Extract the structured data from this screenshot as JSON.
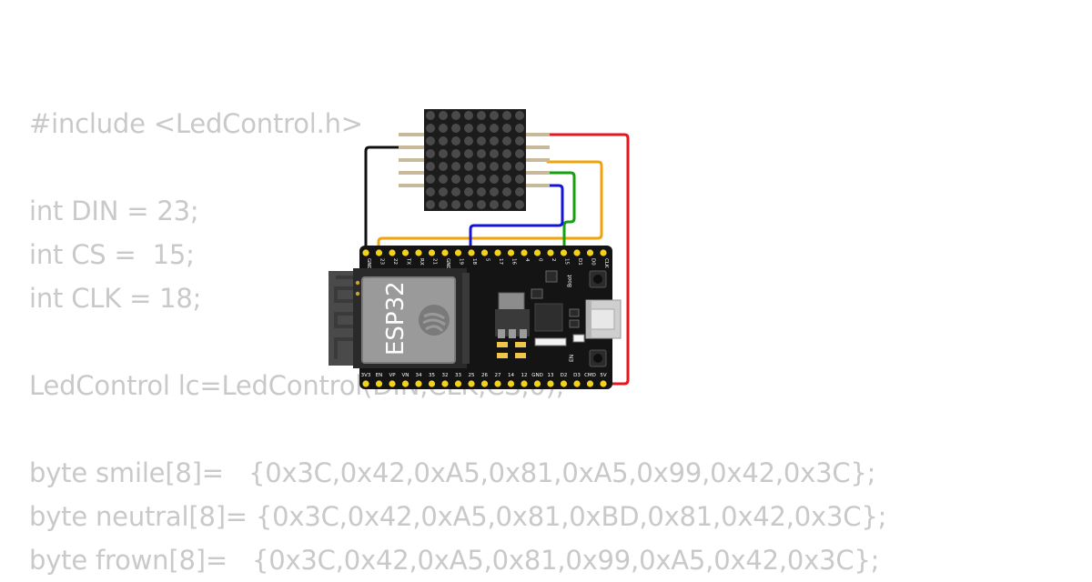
{
  "code_lines": [
    "#include <LedControl.h>",
    "",
    "int DIN = 23;",
    "int CS =  15;",
    "int CLK = 18;",
    "",
    "LedControl lc=LedControl(DIN,CLK,CS,0);",
    "",
    "byte smile[8]=   {0x3C,0x42,0xA5,0x81,0xA5,0x99,0x42,0x3C};",
    "byte neutral[8]= {0x3C,0x42,0xA5,0x81,0xBD,0x81,0x42,0x3C};",
    "byte frown[8]=   {0x3C,0x42,0xA5,0x81,0x99,0xA5,0x42,0x3C};"
  ],
  "board": {
    "chip_label": "ESP32",
    "boot_label": "Boot",
    "en_label": "EN",
    "top_pins": [
      "GND",
      "23",
      "22",
      "TX",
      "RX",
      "21",
      "GND",
      "19",
      "18",
      "5",
      "17",
      "16",
      "4",
      "0",
      "2",
      "15",
      "D1",
      "D0",
      "CLK"
    ],
    "bottom_pins": [
      "3V3",
      "EN",
      "VP",
      "VN",
      "34",
      "35",
      "32",
      "33",
      "25",
      "26",
      "27",
      "14",
      "12",
      "GND",
      "13",
      "D2",
      "D3",
      "CMD",
      "5V"
    ]
  },
  "wire_colors": {
    "vcc": "#e8161b",
    "gnd": "#111111",
    "din": "#f0a30a",
    "cs": "#13a10e",
    "clk": "#1414d6"
  },
  "icons": {
    "logo": "espressif-logo-icon",
    "antenna": "wifi-antenna-icon",
    "usb": "micro-usb-port-icon"
  }
}
